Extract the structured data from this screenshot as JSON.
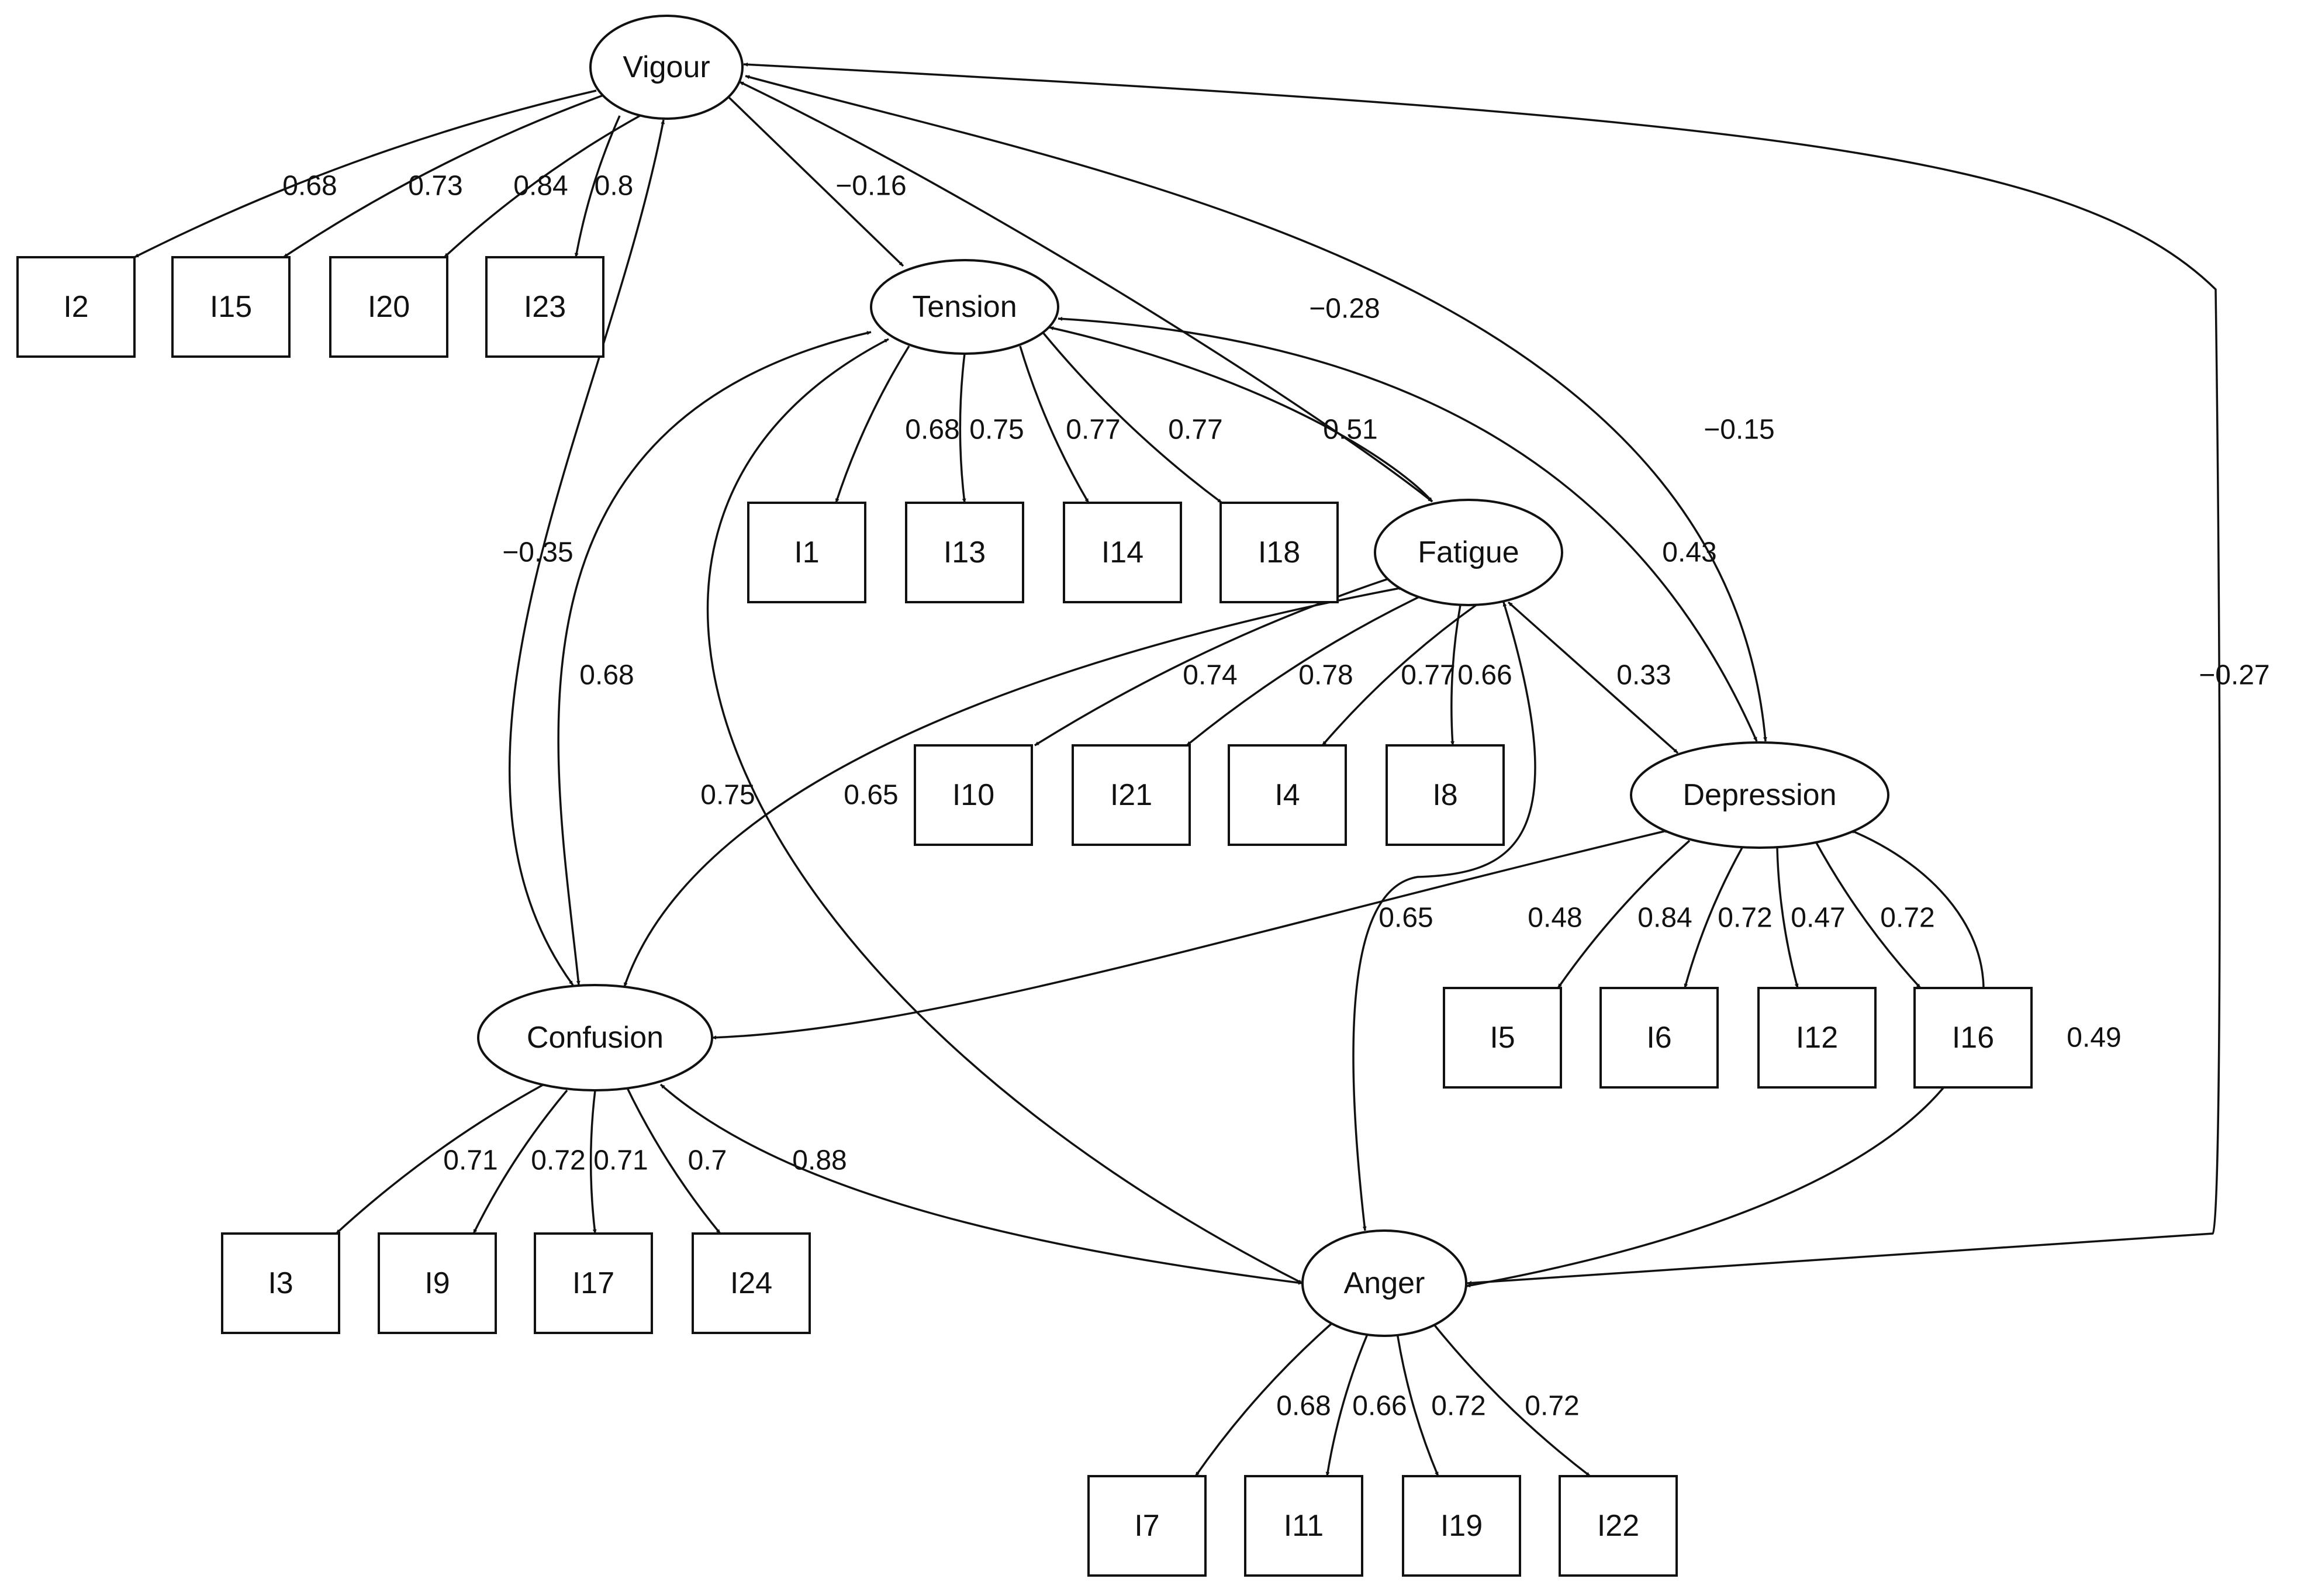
{
  "diagram": {
    "factors": [
      {
        "id": "vigour",
        "label": "Vigour"
      },
      {
        "id": "tension",
        "label": "Tension"
      },
      {
        "id": "fatigue",
        "label": "Fatigue"
      },
      {
        "id": "depression",
        "label": "Depression"
      },
      {
        "id": "confusion",
        "label": "Confusion"
      },
      {
        "id": "anger",
        "label": "Anger"
      }
    ],
    "items": [
      {
        "id": "I2",
        "label": "I2"
      },
      {
        "id": "I15",
        "label": "I15"
      },
      {
        "id": "I20",
        "label": "I20"
      },
      {
        "id": "I23",
        "label": "I23"
      },
      {
        "id": "I1",
        "label": "I1"
      },
      {
        "id": "I13",
        "label": "I13"
      },
      {
        "id": "I14",
        "label": "I14"
      },
      {
        "id": "I18",
        "label": "I18"
      },
      {
        "id": "I10",
        "label": "I10"
      },
      {
        "id": "I21",
        "label": "I21"
      },
      {
        "id": "I4",
        "label": "I4"
      },
      {
        "id": "I8",
        "label": "I8"
      },
      {
        "id": "I5",
        "label": "I5"
      },
      {
        "id": "I6",
        "label": "I6"
      },
      {
        "id": "I12",
        "label": "I12"
      },
      {
        "id": "I16",
        "label": "I16"
      },
      {
        "id": "I3",
        "label": "I3"
      },
      {
        "id": "I9",
        "label": "I9"
      },
      {
        "id": "I17",
        "label": "I17"
      },
      {
        "id": "I24",
        "label": "I24"
      },
      {
        "id": "I7",
        "label": "I7"
      },
      {
        "id": "I11",
        "label": "I11"
      },
      {
        "id": "I19",
        "label": "I19"
      },
      {
        "id": "I22",
        "label": "I22"
      }
    ],
    "loadings": [
      {
        "from": "vigour",
        "to": "I2",
        "value": "0.68"
      },
      {
        "from": "vigour",
        "to": "I15",
        "value": "0.73"
      },
      {
        "from": "vigour",
        "to": "I20",
        "value": "0.84"
      },
      {
        "from": "vigour",
        "to": "I23",
        "value": "0.8"
      },
      {
        "from": "tension",
        "to": "I1",
        "value": "0.68"
      },
      {
        "from": "tension",
        "to": "I13",
        "value": "0.75"
      },
      {
        "from": "tension",
        "to": "I14",
        "value": "0.77"
      },
      {
        "from": "tension",
        "to": "I18",
        "value": "0.77"
      },
      {
        "from": "fatigue",
        "to": "I10",
        "value": "0.74"
      },
      {
        "from": "fatigue",
        "to": "I21",
        "value": "0.78"
      },
      {
        "from": "fatigue",
        "to": "I4",
        "value": "0.77"
      },
      {
        "from": "fatigue",
        "to": "I8",
        "value": "0.66"
      },
      {
        "from": "depression",
        "to": "I5",
        "value": "0.84"
      },
      {
        "from": "depression",
        "to": "I6",
        "value": "0.72"
      },
      {
        "from": "depression",
        "to": "I12",
        "value": "0.47"
      },
      {
        "from": "depression",
        "to": "I16",
        "value": "0.72"
      },
      {
        "from": "confusion",
        "to": "I3",
        "value": "0.71"
      },
      {
        "from": "confusion",
        "to": "I9",
        "value": "0.72"
      },
      {
        "from": "confusion",
        "to": "I17",
        "value": "0.71"
      },
      {
        "from": "confusion",
        "to": "I24",
        "value": "0.7"
      },
      {
        "from": "anger",
        "to": "I7",
        "value": "0.68"
      },
      {
        "from": "anger",
        "to": "I11",
        "value": "0.66"
      },
      {
        "from": "anger",
        "to": "I19",
        "value": "0.72"
      },
      {
        "from": "anger",
        "to": "I22",
        "value": "0.72"
      }
    ],
    "correlations": [
      {
        "a": "vigour",
        "b": "tension",
        "value": "−0.16"
      },
      {
        "a": "vigour",
        "b": "fatigue",
        "value": "−0.28"
      },
      {
        "a": "vigour",
        "b": "depression",
        "value": "−0.15"
      },
      {
        "a": "vigour",
        "b": "confusion",
        "value": "−0.35"
      },
      {
        "a": "vigour",
        "b": "anger",
        "value": "−0.27"
      },
      {
        "a": "tension",
        "b": "fatigue",
        "value": "0.51"
      },
      {
        "a": "tension",
        "b": "depression",
        "value": "0.43"
      },
      {
        "a": "tension",
        "b": "confusion",
        "value": "0.68"
      },
      {
        "a": "tension",
        "b": "anger",
        "value": "0.75"
      },
      {
        "a": "fatigue",
        "b": "depression",
        "value": "0.33"
      },
      {
        "a": "fatigue",
        "b": "confusion",
        "value": "0.65"
      },
      {
        "a": "fatigue",
        "b": "anger",
        "value": "0.65"
      },
      {
        "a": "depression",
        "b": "confusion",
        "value": "0.48"
      },
      {
        "a": "depression",
        "b": "anger",
        "value": "0.49"
      },
      {
        "a": "confusion",
        "b": "anger",
        "value": "0.88"
      }
    ]
  }
}
